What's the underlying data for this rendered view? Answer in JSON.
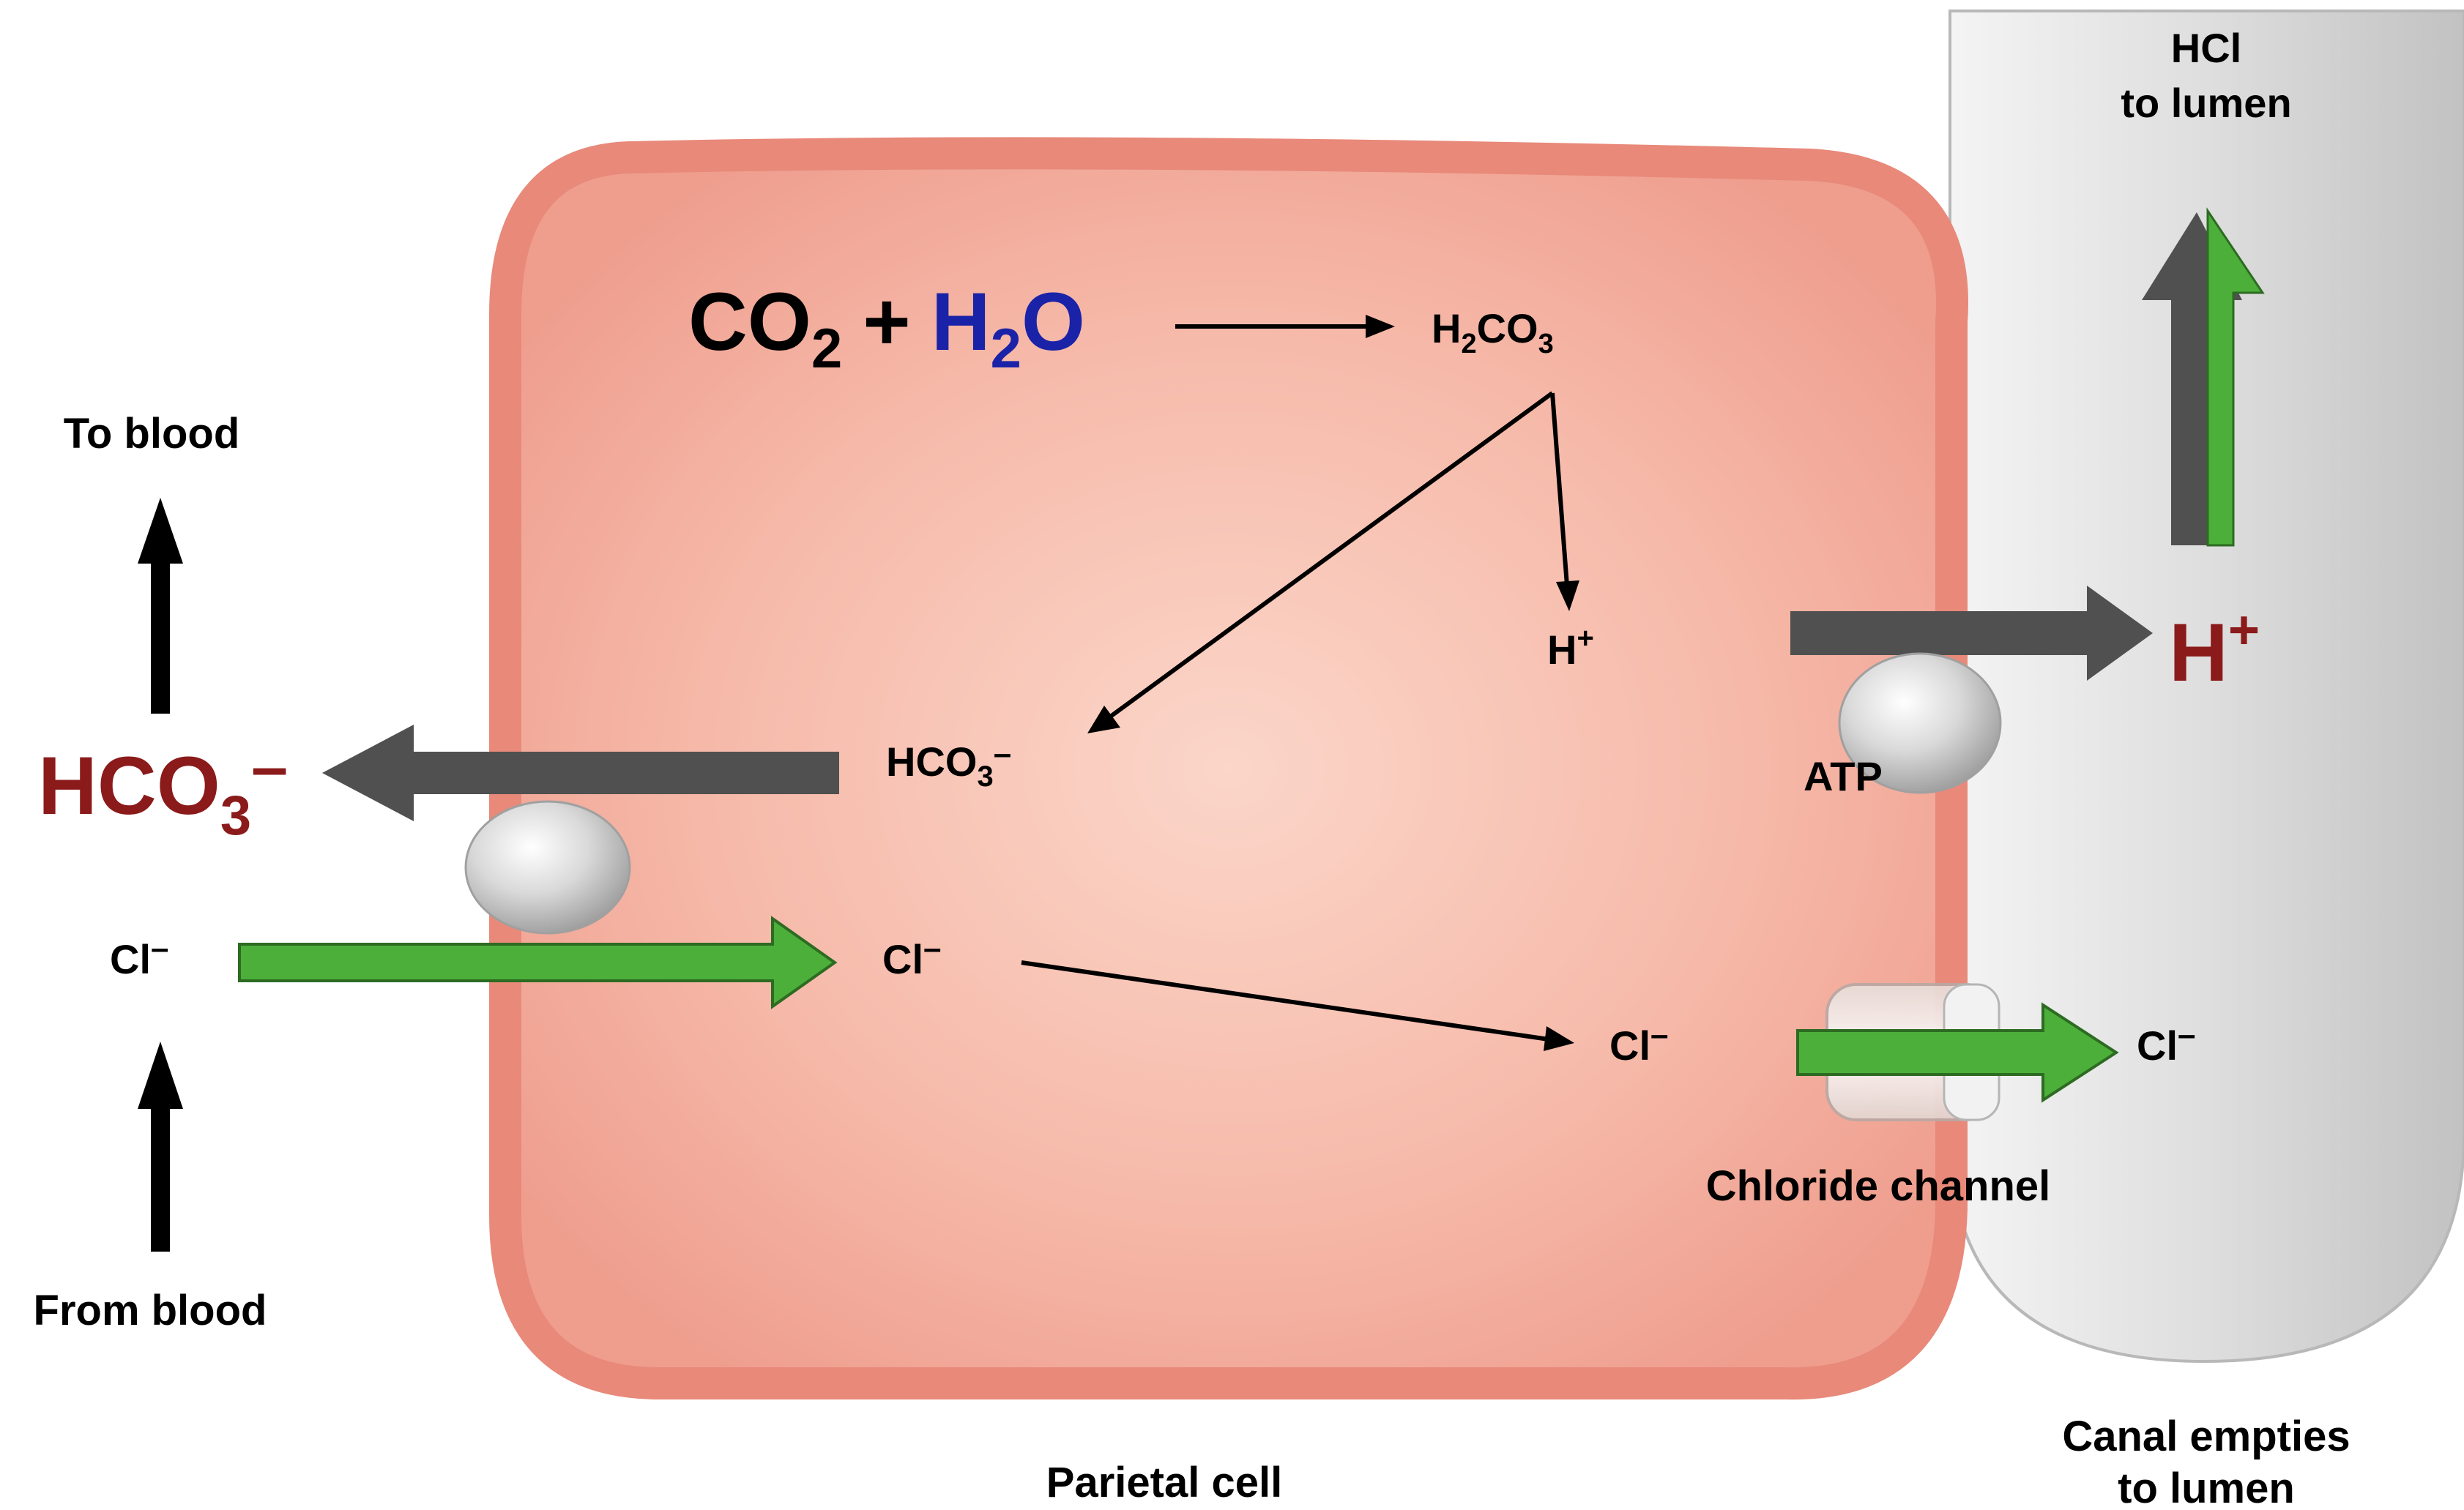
{
  "colors": {
    "cell_fill_center": "#fbd3c5",
    "cell_fill_edge": "#f0a291",
    "cell_border": "#e8897a",
    "canal_light": "#f6f6f6",
    "canal_dark": "#c6c6c6",
    "gray_arrow": "#505050",
    "green_arrow": "#4caf3a",
    "dark_red": "#8b1a1a",
    "blue": "#1a22a8",
    "black": "#000000"
  },
  "labels": {
    "hcl": "HCl",
    "to_lumen": "to lumen",
    "to_blood": "To blood",
    "from_blood": "From blood",
    "co2": "CO",
    "co2_sub": "2",
    "plus": "+",
    "h2o_h": "H",
    "h2o_sub": "2",
    "h2o_o": "O",
    "h2co3_h": "H",
    "h2co3_sub1": "2",
    "h2co3_co": "CO",
    "h2co3_sub2": "3",
    "h_plus_small": "H",
    "h_plus_small_sup": "+",
    "h_plus_large": "H",
    "h_plus_large_sup": "+",
    "hco3_large": "HCO",
    "hco3_large_sub": "3",
    "hco3_large_sup": "–",
    "hco3_small": "HCO",
    "hco3_small_sub": "3",
    "hco3_small_sup": "–",
    "cl_outside": "Cl",
    "cl_inside": "Cl",
    "cl_mid": "Cl",
    "cl_lumen": "Cl",
    "cl_sup": "–",
    "atp": "ATP",
    "chloride_channel": "Chloride channel",
    "parietal_cell": "Parietal cell",
    "canal_empties": "Canal empties",
    "canal_to_lumen": "to lumen"
  }
}
